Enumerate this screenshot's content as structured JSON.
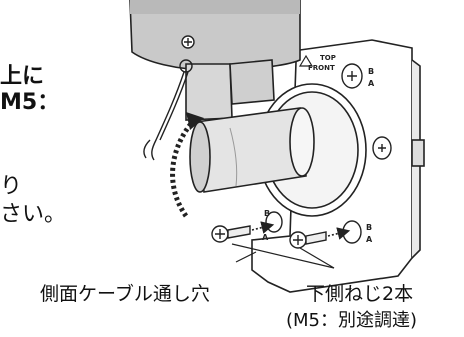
{
  "left_text": {
    "line1": "上に",
    "line2": "M5：",
    "line3": "り",
    "line4": "さい。"
  },
  "labels": {
    "top_front_1": "TOP",
    "top_front_2": "FRONT",
    "mark_b": "B",
    "mark_a": "A"
  },
  "captions": {
    "cable_hole": "側面ケーブル通し穴",
    "lower_screws": "下側ねじ2本",
    "screw_spec": "(M5：別途調達)"
  }
}
